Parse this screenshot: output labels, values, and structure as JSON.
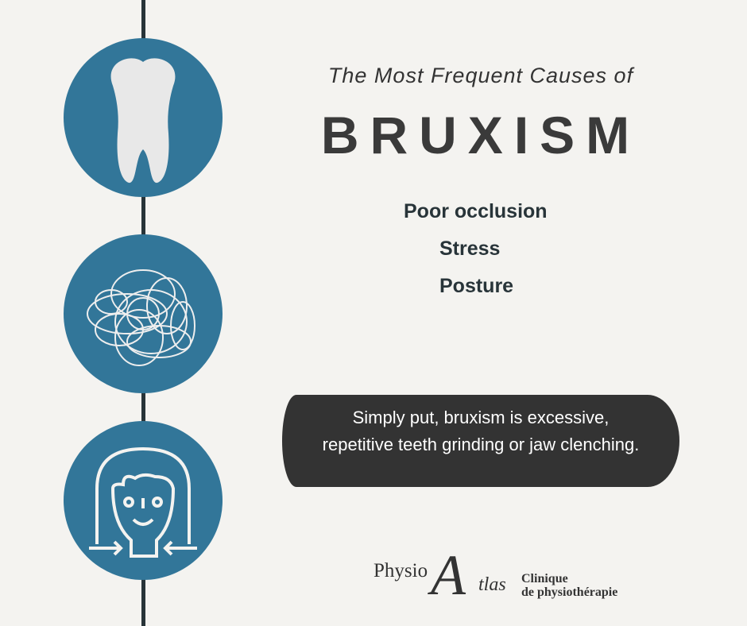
{
  "header": {
    "subtitle": "The Most Frequent Causes of",
    "title": "BRUXISM"
  },
  "causes": [
    "Poor occlusion",
    "Stress",
    "Posture"
  ],
  "definition": "Simply put, bruxism is excessive, repetitive teeth grinding or jaw clenching.",
  "logo": {
    "physio": "Physio",
    "a": "A",
    "atlas": "tlas",
    "clinic_line1": "Clinique",
    "clinic_line2": "de physiothérapie"
  },
  "colors": {
    "accent": "#327699",
    "dark": "#283439",
    "background": "#f4f3f0"
  }
}
